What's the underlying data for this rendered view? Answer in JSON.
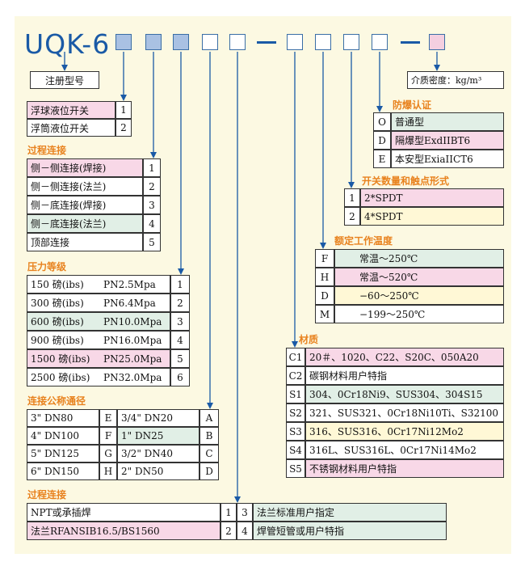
{
  "model": {
    "prefix": "UQK-6"
  },
  "reg_label": "注册型号",
  "density_label": "介质密度：kg/m³",
  "switch_type": [
    {
      "text": "浮球液位开关",
      "num": "1"
    },
    {
      "text": "浮筒液位开关",
      "num": "2"
    }
  ],
  "process_connection": {
    "title": "过程连接",
    "rows": [
      {
        "text": "侧－侧连接(焊接)",
        "num": "1"
      },
      {
        "text": "侧－侧连接(法兰)",
        "num": "2"
      },
      {
        "text": "侧－底连接(焊接)",
        "num": "3"
      },
      {
        "text": "侧－底连接(法兰)",
        "num": "4"
      },
      {
        "text": "顶部连接",
        "num": "5"
      }
    ]
  },
  "pressure": {
    "title": "压力等级",
    "rows": [
      {
        "a": "150 磅(ibs)",
        "b": "PN2.5Mpa",
        "num": "1"
      },
      {
        "a": "300 磅(ibs)",
        "b": "PN6.4Mpa",
        "num": "2"
      },
      {
        "a": "600 磅(ibs)",
        "b": "PN10.0Mpa",
        "num": "3"
      },
      {
        "a": "900 磅(ibs)",
        "b": "PN16.0Mpa",
        "num": "4"
      },
      {
        "a": "1500 磅(ibs)",
        "b": "PN25.0Mpa",
        "num": "5"
      },
      {
        "a": "2500 磅(ibs)",
        "b": "PN32.0Mpa",
        "num": "6"
      }
    ]
  },
  "nominal": {
    "title": "连接公称通径",
    "rows": [
      {
        "a": "3\"  DN80",
        "ca": "E",
        "b": "3/4\"  DN20",
        "cb": "A"
      },
      {
        "a": "4\"  DN100",
        "ca": "F",
        "b": "1\"   DN25",
        "cb": "B"
      },
      {
        "a": "5\"  DN125",
        "ca": "G",
        "b": "3/2\"  DN40",
        "cb": "C"
      },
      {
        "a": "6\"  DN150",
        "ca": "H",
        "b": "2\"   DN50",
        "cb": "D"
      }
    ]
  },
  "process_connection2": {
    "title": "过程连接",
    "rows": [
      {
        "a": "NPT或承插焊",
        "n1": "1",
        "n2": "3",
        "b": "法兰标准用户指定"
      },
      {
        "a": "法兰RFANSIB16.5/BS1560",
        "n1": "2",
        "n2": "4",
        "b": "焊管短管或用户特指"
      }
    ]
  },
  "explosion": {
    "title": "防爆认证",
    "rows": [
      {
        "code": "O",
        "text": "普通型"
      },
      {
        "code": "D",
        "text": "隔爆型ExdIIBT6"
      },
      {
        "code": "E",
        "text": "本安型ExiaIICT6"
      }
    ]
  },
  "switch_contacts": {
    "title": "开关数量和触点形式",
    "rows": [
      {
        "code": "1",
        "text": "2*SPDT"
      },
      {
        "code": "2",
        "text": "4*SPDT"
      }
    ]
  },
  "temperature": {
    "title": "额定工作温度",
    "rows": [
      {
        "code": "F",
        "text": "常温～250℃"
      },
      {
        "code": "H",
        "text": "常温～520℃"
      },
      {
        "code": "D",
        "text": "−60～250℃"
      },
      {
        "code": "M",
        "text": "−199～250℃"
      }
    ]
  },
  "material": {
    "title": "材质",
    "rows": [
      {
        "code": "C1",
        "text": "20＃、1020、C22、S20C、050A20"
      },
      {
        "code": "C2",
        "text": "碳钢材料用户特指"
      },
      {
        "code": "S1",
        "text": "304、0Cr18Ni9、SUS304、304S15"
      },
      {
        "code": "S2",
        "text": "321、SUS321、0Cr18Ni10Ti、S32100"
      },
      {
        "code": "S3",
        "text": "316、SUS316、0Cr17Ni12Mo2"
      },
      {
        "code": "S4",
        "text": "316L、SUS316L、0Cr17Ni14Mo2"
      },
      {
        "code": "S5",
        "text": "不锈钢材料用户特指"
      }
    ]
  },
  "colors": {
    "title_blue": "#1a5aa6",
    "section_orange": "#e8821e",
    "panel": "#fcf9e2"
  }
}
